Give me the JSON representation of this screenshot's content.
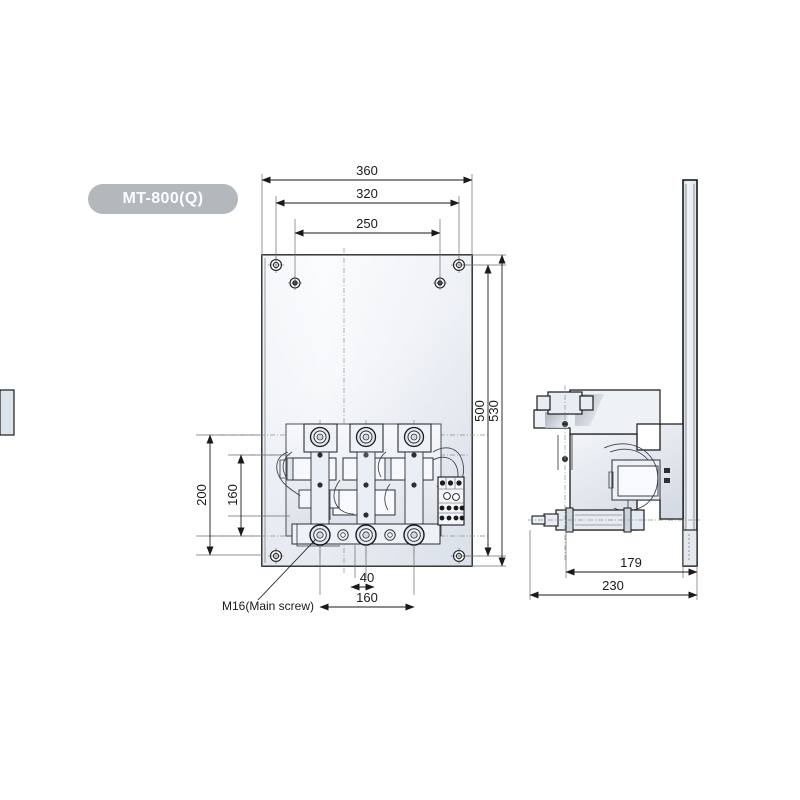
{
  "document": {
    "type": "technical-dimensional-drawing",
    "model_badge": "MT-800(Q)"
  },
  "views": {
    "front": {
      "name": "front-view",
      "label": ""
    },
    "side": {
      "name": "side-view",
      "label": ""
    }
  },
  "dimensions": {
    "front_horizontal_top": [
      {
        "id": "dim-360",
        "value": "360"
      },
      {
        "id": "dim-320",
        "value": "320"
      },
      {
        "id": "dim-250",
        "value": "250"
      }
    ],
    "front_vertical_right": [
      {
        "id": "dim-500",
        "value": "500"
      },
      {
        "id": "dim-530",
        "value": "530"
      }
    ],
    "front_vertical_left": [
      {
        "id": "dim-200",
        "value": "200"
      },
      {
        "id": "dim-160-left",
        "value": "160"
      }
    ],
    "front_horizontal_bottom": [
      {
        "id": "dim-40",
        "value": "40"
      },
      {
        "id": "dim-160-bottom",
        "value": "160"
      }
    ],
    "side_horizontal_bottom": [
      {
        "id": "dim-179",
        "value": "179"
      },
      {
        "id": "dim-230",
        "value": "230"
      }
    ]
  },
  "callouts": [
    {
      "id": "callout-m16",
      "text": "M16(Main screw)"
    }
  ],
  "colors": {
    "badge_background": "#b3b8bd",
    "badge_text": "#ffffff",
    "line_dark": "#1a1a1a",
    "line_mid": "#3a3f46",
    "line_light": "#6b6b6b",
    "panel_fill_top": "#fdfdfe",
    "panel_fill_bottom": "#d8dde6",
    "body_fill": "#e9edf3",
    "page_background": "#ffffff"
  }
}
